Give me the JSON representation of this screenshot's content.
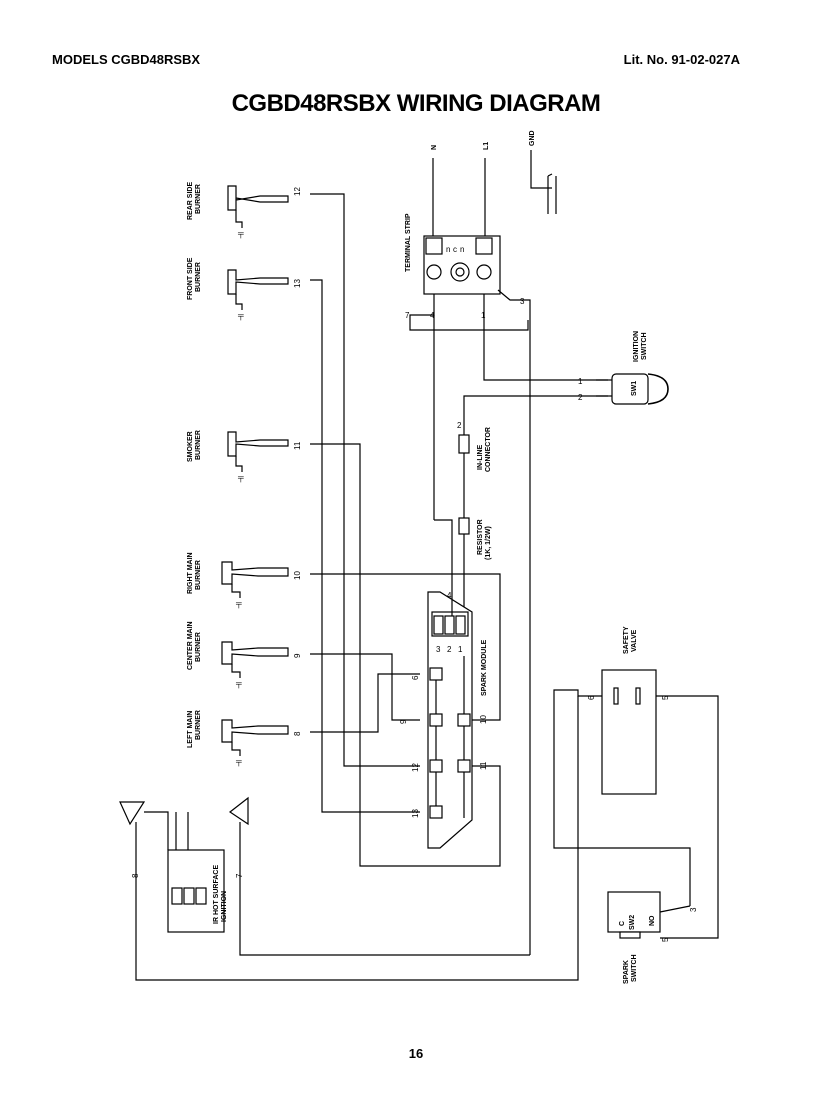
{
  "header": {
    "models": "MODELS CGBD48RSBX",
    "lit_no": "Lit. No. 91-02-027A"
  },
  "title": "CGBD48RSBX WIRING DIAGRAM",
  "page_number": "16",
  "supply": {
    "neutral": "N",
    "line": "L1",
    "ground": "GND"
  },
  "labels": {
    "terminal_strip": "TERMINAL STRIP",
    "ignition_switch": [
      "IGNITION",
      "SWITCH"
    ],
    "sw1": "SW1",
    "inline_connector": [
      "IN-LINE",
      "CONNECTOR"
    ],
    "resistor": [
      "RESISTOR",
      "(1K, 1/2W)"
    ],
    "spark_module": "SPARK MODULE",
    "safety_valve": [
      "SAFETY",
      "VALVE"
    ],
    "ir_ignition": [
      "IR HOT SURFACE",
      "IGNITION"
    ],
    "spark_switch": [
      "SPARK",
      "SWITCH"
    ],
    "sw2": "SW2",
    "sw2_c": "C",
    "sw2_no": "NO"
  },
  "burners": [
    {
      "name": [
        "REAR SIDE",
        "BURNER"
      ],
      "wire": "12"
    },
    {
      "name": [
        "FRONT SIDE",
        "BURNER"
      ],
      "wire": "13"
    },
    {
      "name": [
        "SMOKER",
        "BURNER"
      ],
      "wire": "11"
    },
    {
      "name": [
        "RIGHT MAIN",
        "BURNER"
      ],
      "wire": "10"
    },
    {
      "name": [
        "CENTER MAIN",
        "BURNER"
      ],
      "wire": "9"
    },
    {
      "name": [
        "LEFT MAIN",
        "BURNER"
      ],
      "wire": "8"
    }
  ],
  "wire_numbers": {
    "ts_7": "7",
    "ts_4": "4",
    "ts_1": "1",
    "ts_3": "3",
    "sw1_1": "1",
    "sw1_2": "2",
    "inline_2": "2",
    "sm_4": "4",
    "sm_6": "6",
    "sm_9": "9",
    "sm_10": "10",
    "sm_12": "12",
    "sm_11": "11",
    "sm_13": "13",
    "sv_6": "6",
    "sv_5": "5",
    "ir_8": "8",
    "ir_7": "7",
    "sw2_3": "3",
    "sw2_5": "5"
  },
  "module_pins": [
    "3",
    "2",
    "1"
  ]
}
